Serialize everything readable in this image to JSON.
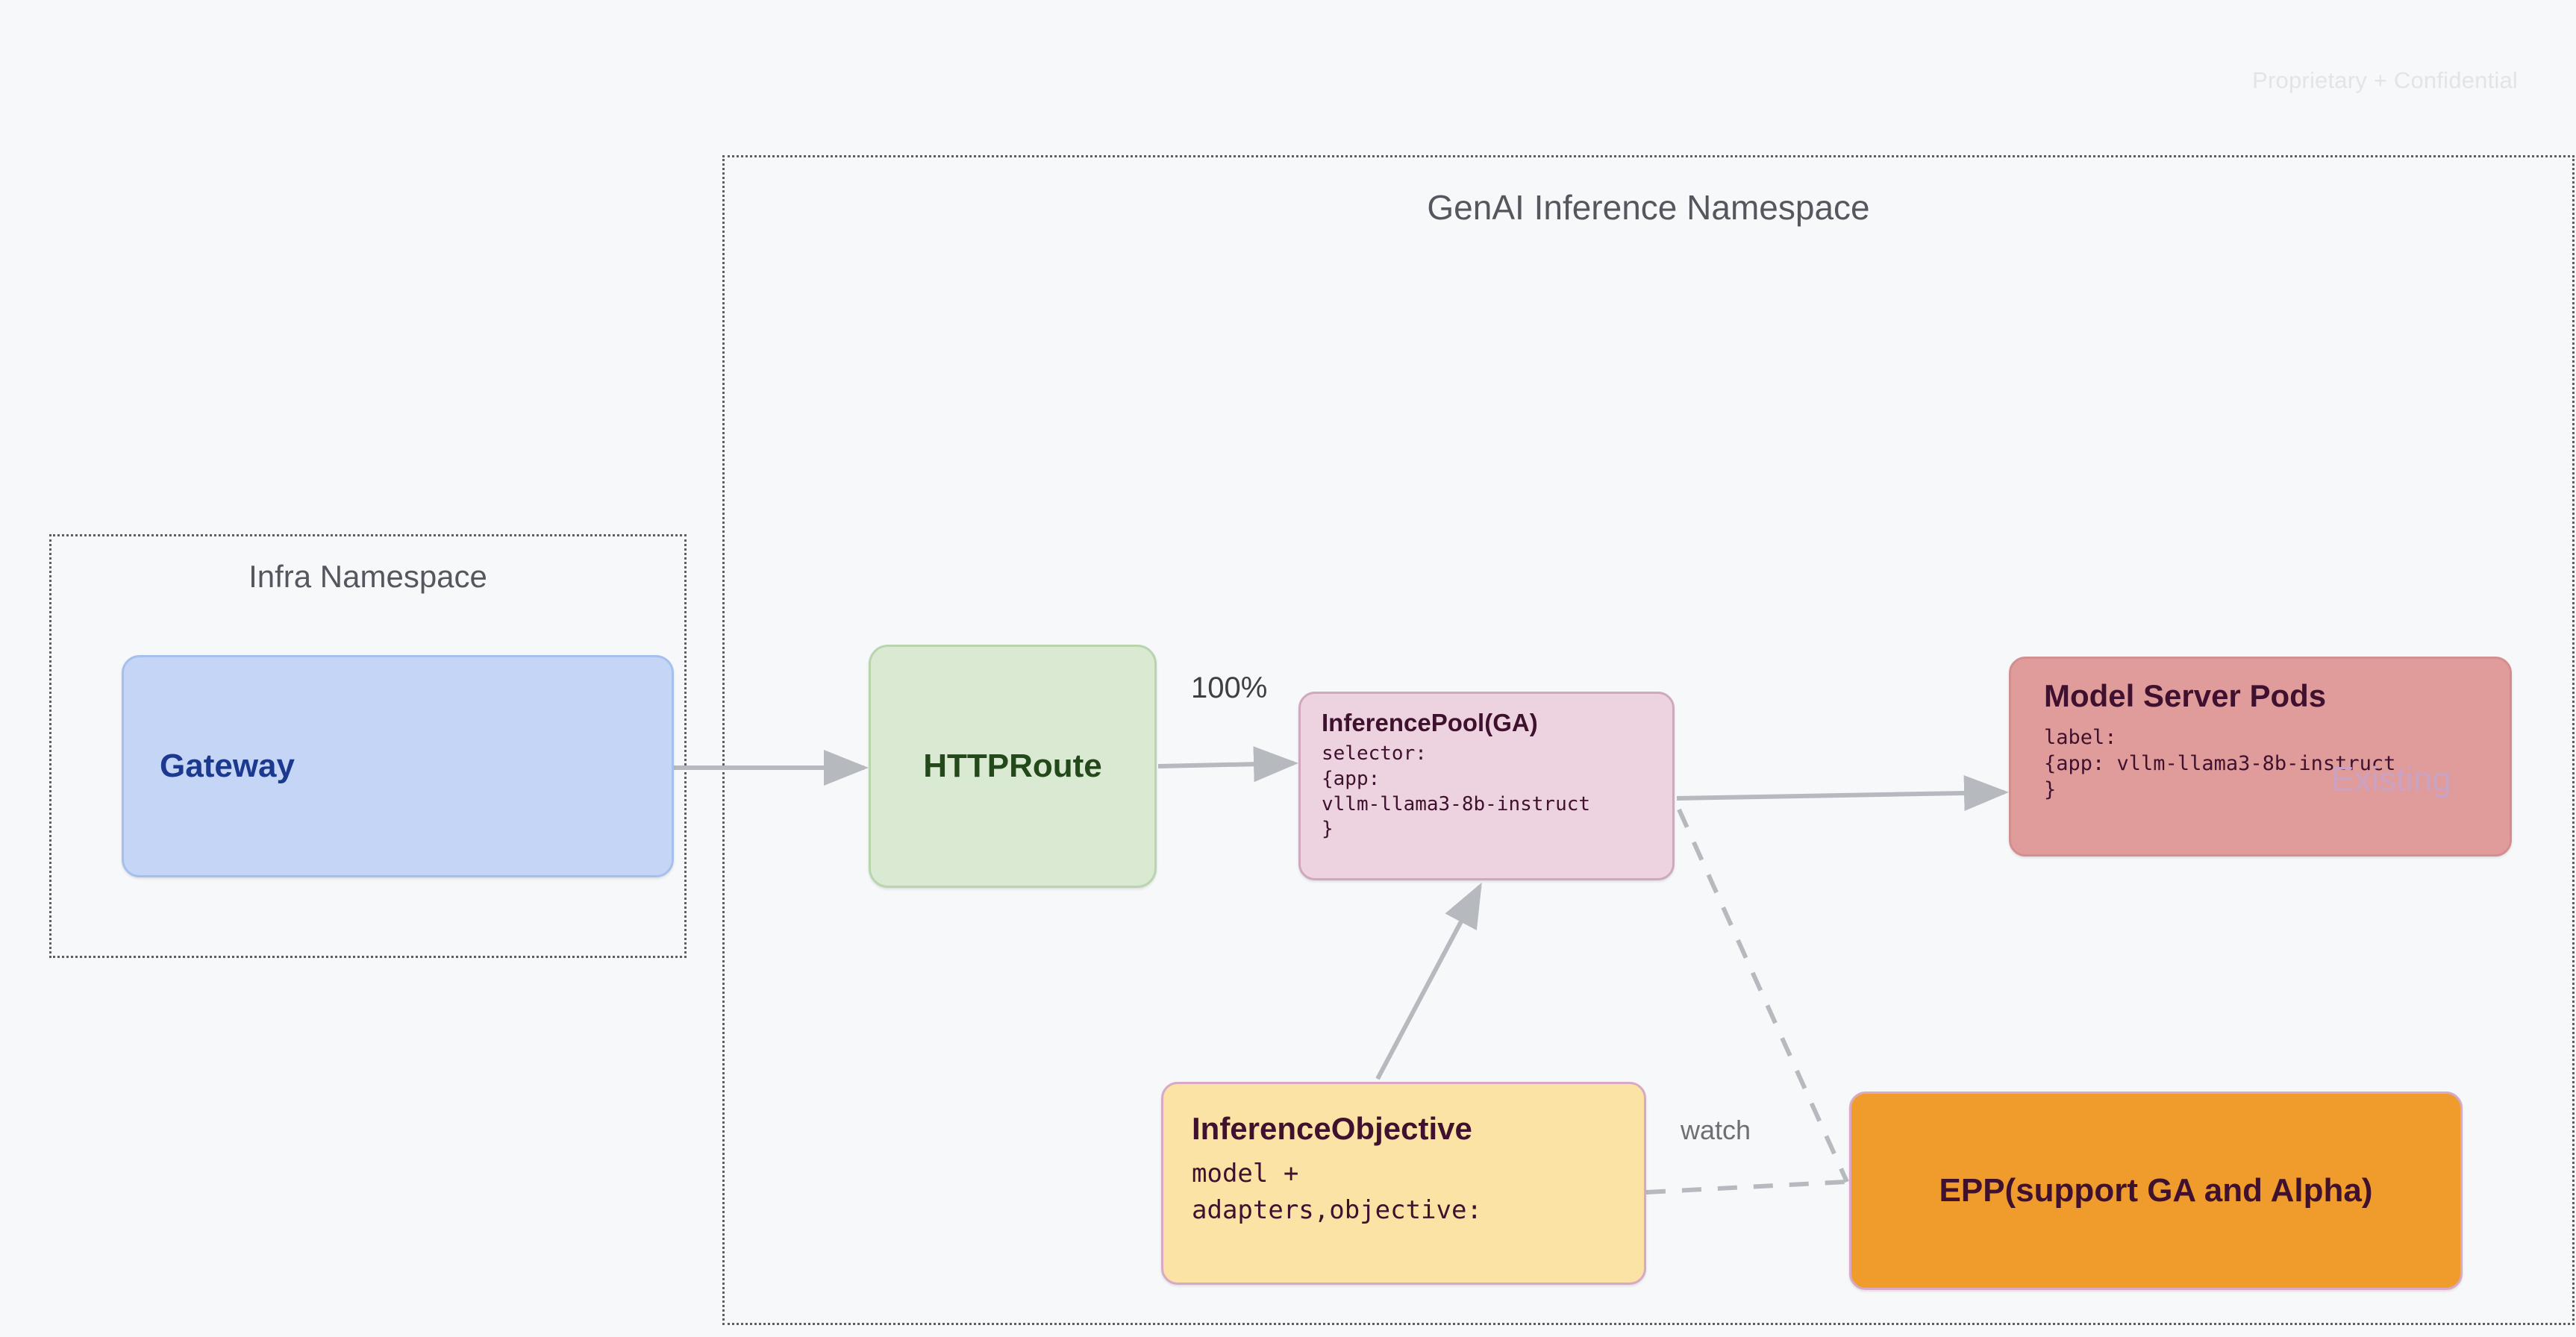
{
  "page": {
    "confidential_notice": "Proprietary + Confidential",
    "background_color": "#f7f8fa"
  },
  "namespaces": [
    {
      "id": "genai",
      "title": "GenAI Inference Namespace",
      "border_style": "dotted",
      "border_color": "#5b5f66"
    },
    {
      "id": "infra",
      "title": "Infra Namespace",
      "border_style": "dotted",
      "border_color": "#5b5f66"
    }
  ],
  "nodes": {
    "gateway": {
      "title": "Gateway",
      "fill": "#c5d5f6",
      "text_color": "#1b398f"
    },
    "httproute": {
      "title": "HTTPRoute",
      "fill": "#d9e9d2",
      "text_color": "#23491a"
    },
    "inferencepool": {
      "title": "InferencePool(GA)",
      "body": "selector:\n{app:\nvllm-llama3-8b-instruct\n}",
      "fill": "#ecd3df",
      "text_color": "#3f112e"
    },
    "modelserver": {
      "title": "Model Server Pods",
      "body": "label:\n{app: vllm-llama3-8b-instruct\n}",
      "watermark": "Existing",
      "fill": "#e09b9b",
      "text_color": "#3f112e",
      "watermark_color": "#c9a2c4"
    },
    "inferenceobjective": {
      "title": "InferenceObjective",
      "body": "model +\nadapters,objective:",
      "fill": "#fae3a4",
      "text_color": "#3f112e"
    },
    "epp": {
      "title": "EPP(support GA and Alpha)",
      "fill": "#ef9c2d",
      "text_color": "#3f112e"
    }
  },
  "edge_labels": {
    "traffic_split": "100%",
    "watch": "watch"
  },
  "edges": [
    {
      "from": "gateway",
      "to": "httproute",
      "style": "solid",
      "label": ""
    },
    {
      "from": "httproute",
      "to": "inferencepool",
      "style": "solid",
      "label": "100%"
    },
    {
      "from": "inferencepool",
      "to": "modelserver",
      "style": "solid",
      "label": ""
    },
    {
      "from": "inferenceobjective",
      "to": "inferencepool",
      "style": "solid",
      "label": ""
    },
    {
      "from": "inferencepool",
      "to": "epp",
      "style": "dashed",
      "label": "watch"
    },
    {
      "from": "inferenceobjective",
      "to": "epp",
      "style": "dashed",
      "label": "watch"
    }
  ]
}
